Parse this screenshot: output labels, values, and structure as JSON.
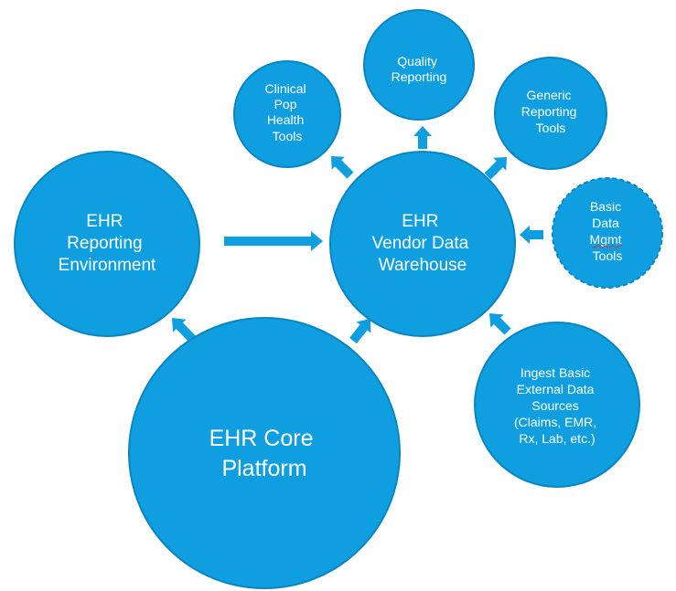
{
  "colors": {
    "node_fill": "#0F9EE0",
    "node_stroke": "#0A85C2",
    "arrow_fill": "#0F9EE0",
    "text": "#FFFFFF",
    "background": "#FFFFFF"
  },
  "nodes": {
    "reporting_env": {
      "lines": [
        "EHR",
        "Reporting",
        "Environment"
      ]
    },
    "vendor_dw": {
      "lines": [
        "EHR",
        "Vendor Data",
        "Warehouse"
      ]
    },
    "core_platform": {
      "lines": [
        "EHR Core",
        "Platform"
      ]
    },
    "clinical_pop": {
      "lines": [
        "Clinical",
        "Pop",
        "Health",
        "Tools"
      ]
    },
    "quality": {
      "lines": [
        "Quality",
        "Reporting"
      ]
    },
    "generic_reporting": {
      "lines": [
        "Generic",
        "Reporting",
        "Tools"
      ]
    },
    "basic_data": {
      "lines": [
        "Basic",
        "Data",
        "Mgmt",
        "Tools"
      ],
      "border": "dashed"
    },
    "ingest_external": {
      "lines": [
        "Ingest Basic",
        "External Data",
        "Sources",
        "(Claims, EMR,",
        "Rx, Lab, etc.)"
      ]
    }
  },
  "edges": [
    {
      "from": "reporting_env",
      "to": "vendor_dw",
      "direction": "right"
    },
    {
      "from": "core_platform",
      "to": "reporting_env",
      "direction": "up-left"
    },
    {
      "from": "core_platform",
      "to": "vendor_dw",
      "direction": "up-right"
    },
    {
      "from": "vendor_dw",
      "to": "clinical_pop",
      "direction": "up-left"
    },
    {
      "from": "vendor_dw",
      "to": "quality",
      "direction": "up"
    },
    {
      "from": "vendor_dw",
      "to": "generic_reporting",
      "direction": "up-right"
    },
    {
      "from": "basic_data",
      "to": "vendor_dw",
      "direction": "left"
    },
    {
      "from": "ingest_external",
      "to": "vendor_dw",
      "direction": "up-left"
    }
  ]
}
